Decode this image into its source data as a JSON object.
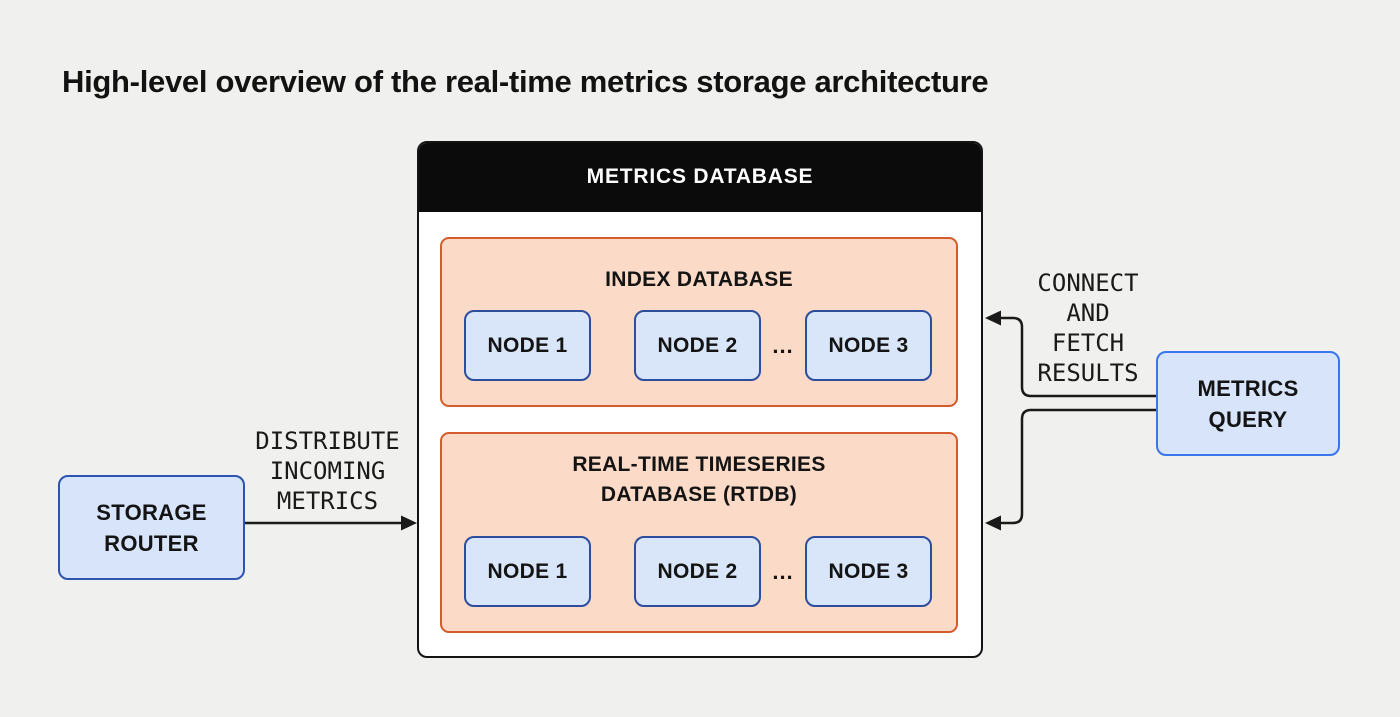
{
  "title": "High-level overview of the real-time metrics storage architecture",
  "colors": {
    "background": "#F0F0EE",
    "header-bg": "#0B0B0B",
    "header-text": "#FFFFFF",
    "panel-bg": "#FFFFFF",
    "panel-border": "#141414",
    "group-fill": "#FBDAC7",
    "group-border": "#D45B2B",
    "node-fill": "#D9E5F8",
    "node-border": "#2D4D9E",
    "router-fill": "#D7E4FA",
    "router-border": "#2D55B0",
    "query-fill": "#D7E4FA",
    "query-border": "#3B76EC",
    "arrow": "#1A1A1A",
    "text": "#141414"
  },
  "metrics_database": {
    "title": "METRICS DATABASE",
    "index_database": {
      "title": "INDEX DATABASE",
      "nodes": [
        "NODE 1",
        "NODE 2",
        "NODE 3"
      ],
      "ellipsis": "..."
    },
    "rtdb": {
      "title_line1": "REAL-TIME TIMESERIES",
      "title_line2": "DATABASE (RTDB)",
      "nodes": [
        "NODE 1",
        "NODE 2",
        "NODE 3"
      ],
      "ellipsis": "..."
    }
  },
  "storage_router": {
    "label_line1": "STORAGE",
    "label_line2": "ROUTER"
  },
  "metrics_query": {
    "label_line1": "METRICS",
    "label_line2": "QUERY"
  },
  "edges": {
    "distribute_incoming_metrics": {
      "lines": [
        "DISTRIBUTE",
        "INCOMING",
        "METRICS"
      ]
    },
    "connect_and_fetch_results": {
      "lines": [
        "CONNECT",
        "AND",
        "FETCH",
        "RESULTS"
      ]
    }
  }
}
